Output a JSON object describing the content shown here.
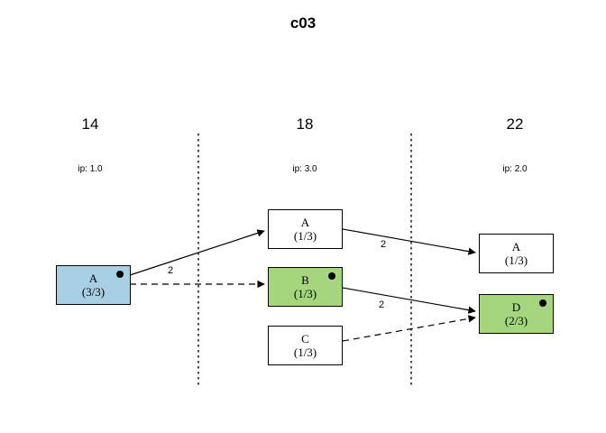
{
  "title": "c03",
  "columns": [
    {
      "name": "col-14",
      "header": "14",
      "ip": "ip: 1.0"
    },
    {
      "name": "col-18",
      "header": "18",
      "ip": "ip: 3.0"
    },
    {
      "name": "col-22",
      "header": "22",
      "ip": "ip: 2.0"
    }
  ],
  "nodes": [
    {
      "id": "n1",
      "label": "A",
      "ratio": "(3/3)",
      "fill": "#a7d0e4",
      "dot": true
    },
    {
      "id": "n2",
      "label": "A",
      "ratio": "(1/3)",
      "fill": "#ffffff",
      "dot": false
    },
    {
      "id": "n3",
      "label": "B",
      "ratio": "(1/3)",
      "fill": "#a5d67e",
      "dot": true
    },
    {
      "id": "n4",
      "label": "C",
      "ratio": "(1/3)",
      "fill": "#ffffff",
      "dot": false
    },
    {
      "id": "n5",
      "label": "A",
      "ratio": "(1/3)",
      "fill": "#ffffff",
      "dot": false
    },
    {
      "id": "n6",
      "label": "D",
      "ratio": "(2/3)",
      "fill": "#a5d67e",
      "dot": true
    }
  ],
  "edges": [
    {
      "from": "n1",
      "to": "n2",
      "style": "solid",
      "label": "2"
    },
    {
      "from": "n1",
      "to": "n3",
      "style": "dashed",
      "label": ""
    },
    {
      "from": "n2",
      "to": "n5",
      "style": "solid",
      "label": "2"
    },
    {
      "from": "n3",
      "to": "n6",
      "style": "solid",
      "label": "2"
    },
    {
      "from": "n4",
      "to": "n6",
      "style": "dashed",
      "label": ""
    }
  ],
  "edge_labels": [
    {
      "name": "edge-label-a-to-a",
      "text": "2"
    },
    {
      "name": "edge-label-a-to-a2",
      "text": "2"
    },
    {
      "name": "edge-label-b-to-d",
      "text": "2"
    }
  ],
  "colors": {
    "blue_node": "#a7d0e4",
    "green_node": "#a5d67e",
    "white_node": "#ffffff",
    "stroke": "#000000",
    "background": "#ffffff"
  }
}
